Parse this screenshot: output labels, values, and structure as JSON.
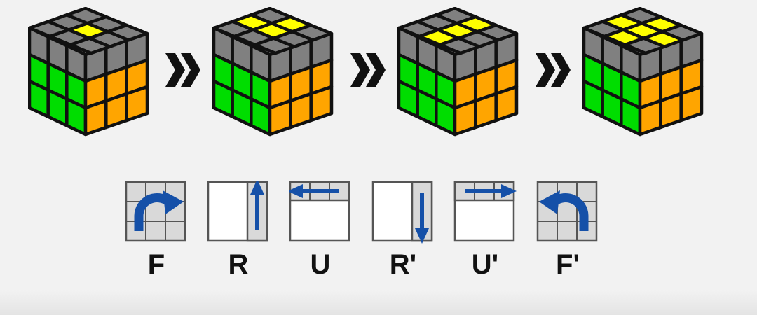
{
  "colors": {
    "background": "#f2f2f2",
    "yellow": "#ffff00",
    "gray": "#808080",
    "green": "#00dd00",
    "orange": "#ffa500",
    "outline": "#111111",
    "notation_blue": "#1550a8",
    "notation_gray": "#d9d9d9"
  },
  "cube_sequence": [
    {
      "top_yellow_stickers": 1,
      "pattern": "dot"
    },
    {
      "top_yellow_stickers": 3,
      "pattern": "L-shape"
    },
    {
      "top_yellow_stickers": 3,
      "pattern": "line"
    },
    {
      "top_yellow_stickers": 5,
      "pattern": "cross"
    }
  ],
  "separator_icon": "double-chevron-right",
  "moves": [
    {
      "label": "F",
      "icon": "front-clockwise-arrow-icon"
    },
    {
      "label": "R",
      "icon": "right-column-up-arrow-icon"
    },
    {
      "label": "U",
      "icon": "top-row-left-arrow-icon"
    },
    {
      "label": "R'",
      "icon": "right-column-down-arrow-icon"
    },
    {
      "label": "U'",
      "icon": "top-row-right-arrow-icon"
    },
    {
      "label": "F'",
      "icon": "front-counterclockwise-arrow-icon"
    }
  ]
}
